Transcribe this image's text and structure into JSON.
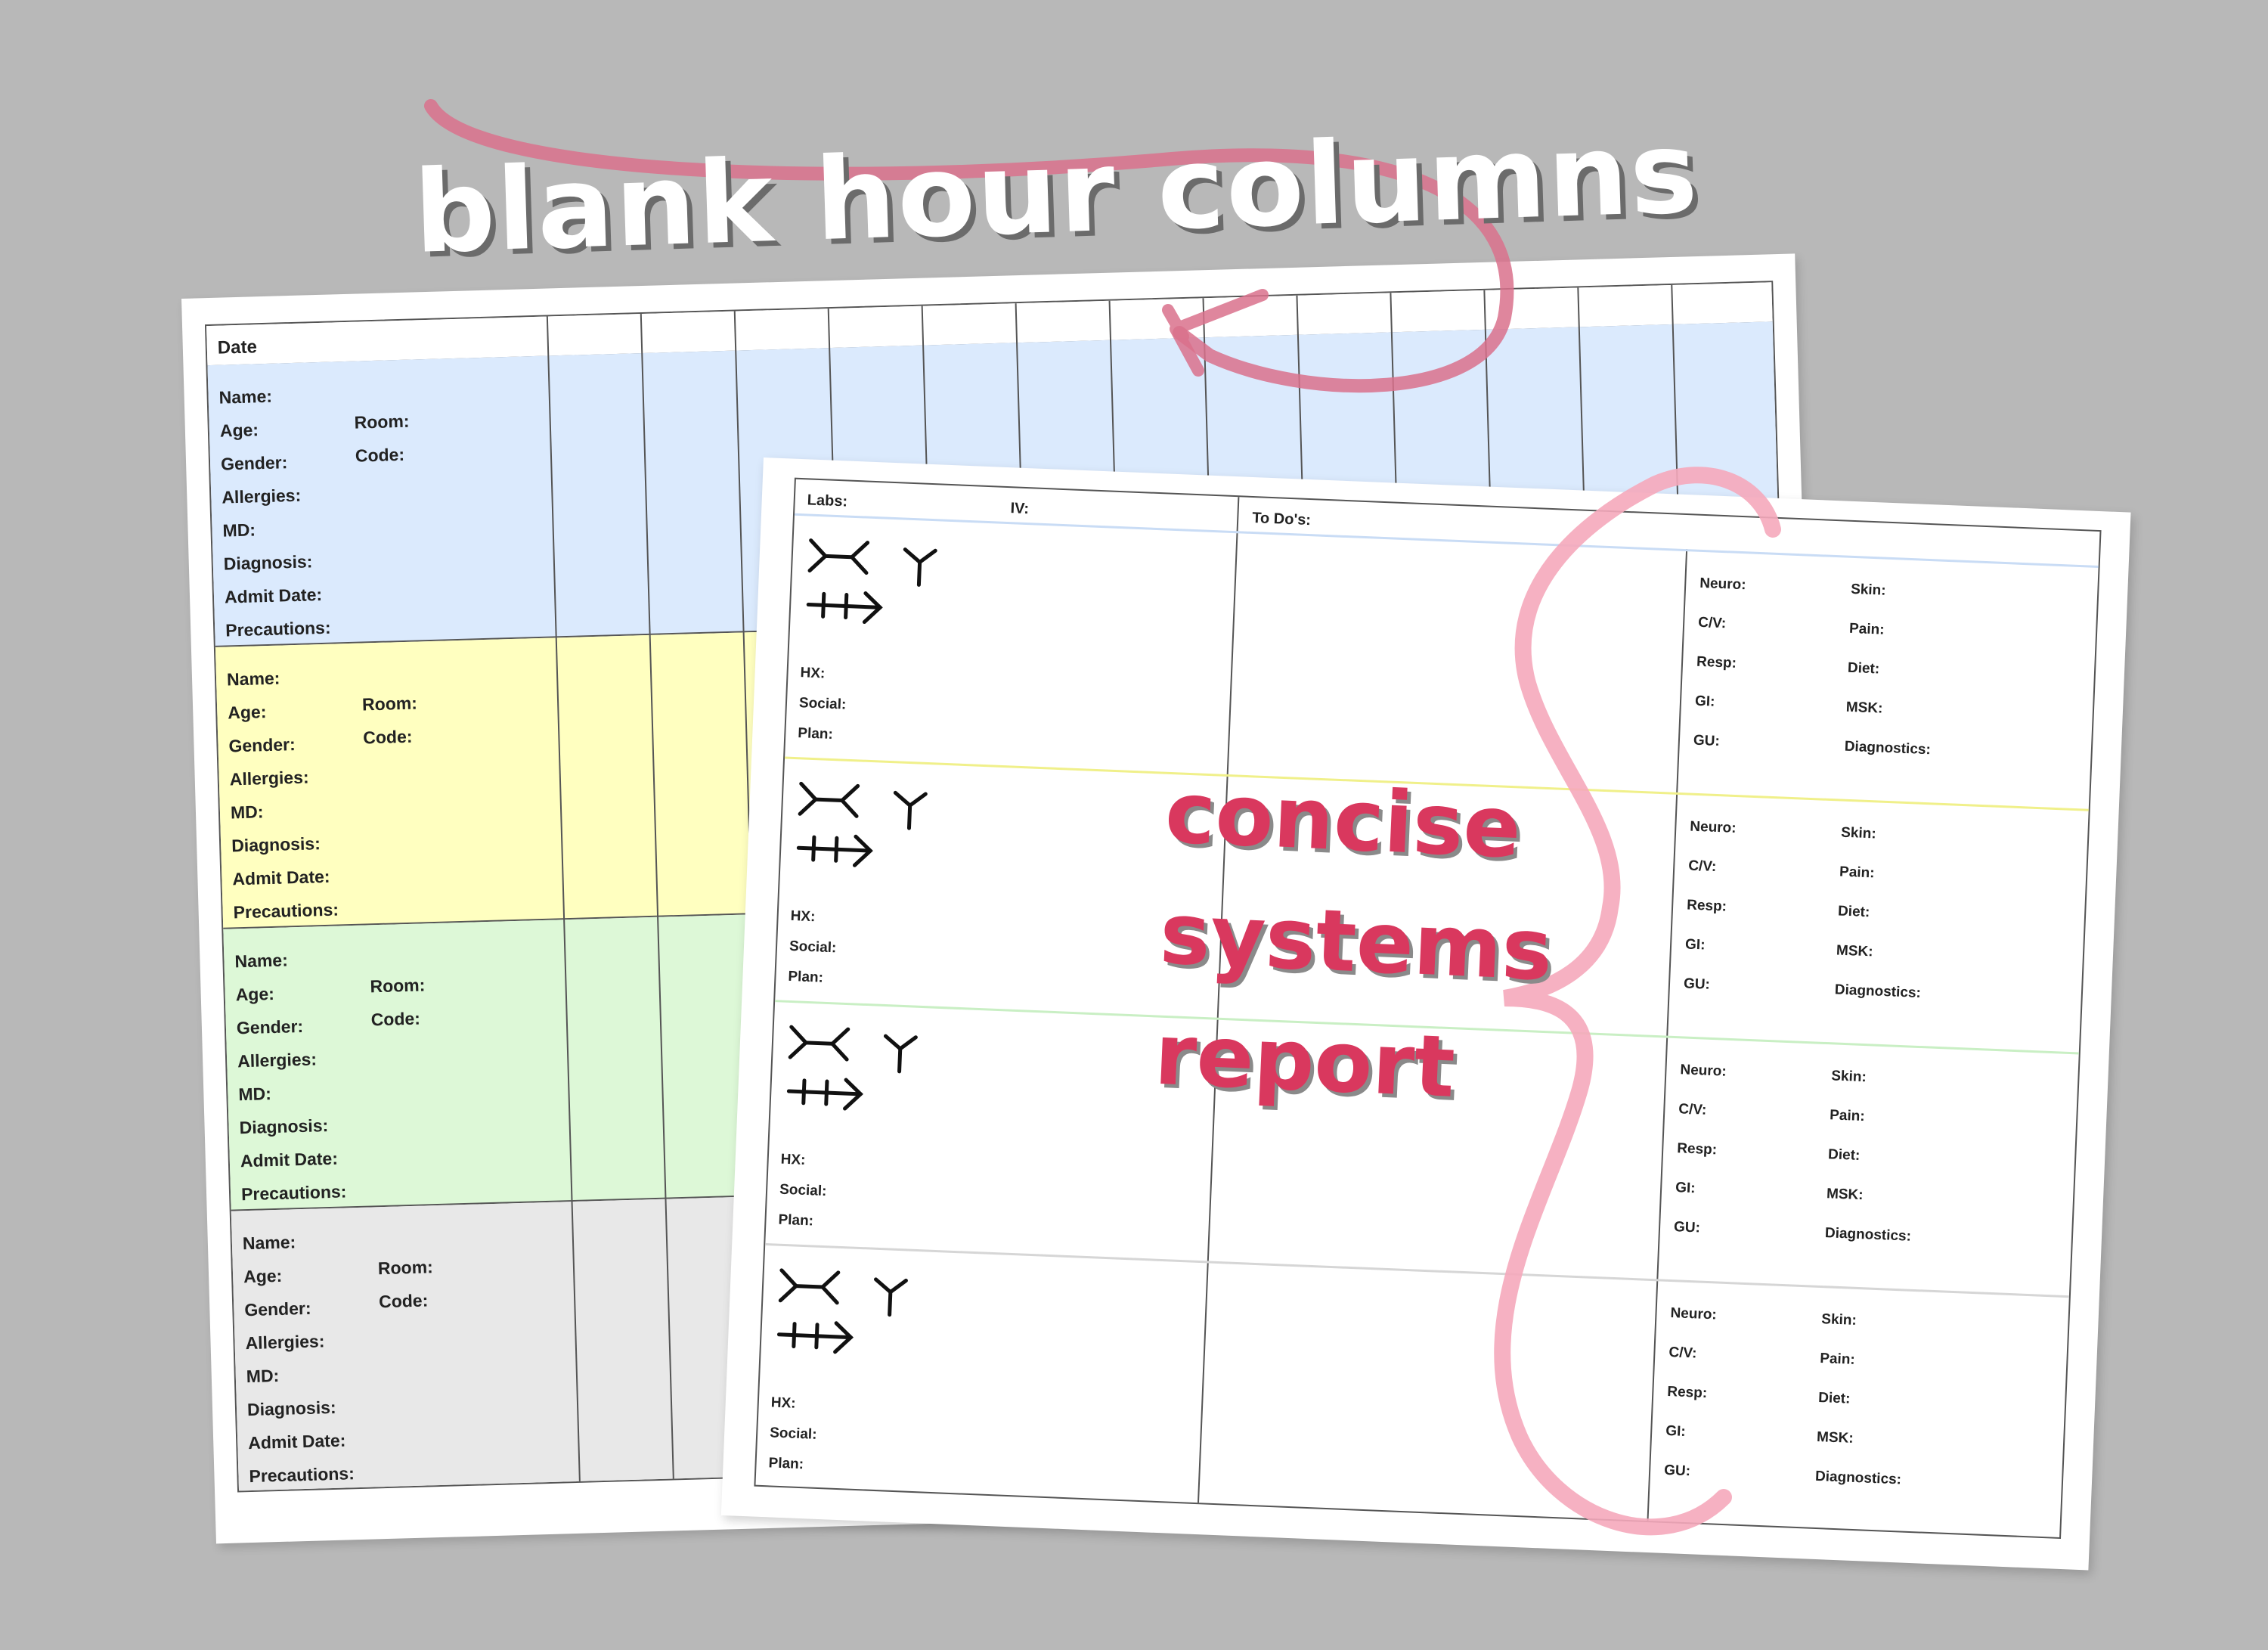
{
  "callouts": {
    "hour_columns": "blank hour columns",
    "systems_report": [
      "concise",
      "systems",
      "report"
    ]
  },
  "roster_sheet": {
    "date_label": "Date",
    "hour_column_count": 13,
    "patient_fields": {
      "name": "Name:",
      "age": "Age:",
      "room": "Room:",
      "gender": "Gender:",
      "code": "Code:",
      "allergies": "Allergies:",
      "md": "MD:",
      "diagnosis": "Diagnosis:",
      "admit_date": "Admit Date:",
      "precautions": "Precautions:"
    },
    "row_colors": [
      "#dbeafd",
      "#ffffc0",
      "#ddf8d7",
      "#e8e8e8"
    ]
  },
  "report_sheet": {
    "labs_label": "Labs:",
    "iv_label": "IV:",
    "todos_label": "To Do's:",
    "patient_fields": {
      "hx": "HX:",
      "social": "Social:",
      "plan": "Plan:"
    },
    "systems": {
      "neuro": "Neuro:",
      "skin": "Skin:",
      "cv": "C/V:",
      "pain": "Pain:",
      "resp": "Resp:",
      "diet": "Diet:",
      "gi": "GI:",
      "msk": "MSK:",
      "gu": "GU:",
      "diagnostics": "Diagnostics:"
    },
    "separator_colors": [
      "#c9dcf5",
      "#f0f08a",
      "#c9efc4",
      "#d6d6d6"
    ]
  },
  "colors": {
    "arrow": "#d9718c",
    "brace": "#f5a8bb",
    "systems_text": "#d9385e"
  }
}
